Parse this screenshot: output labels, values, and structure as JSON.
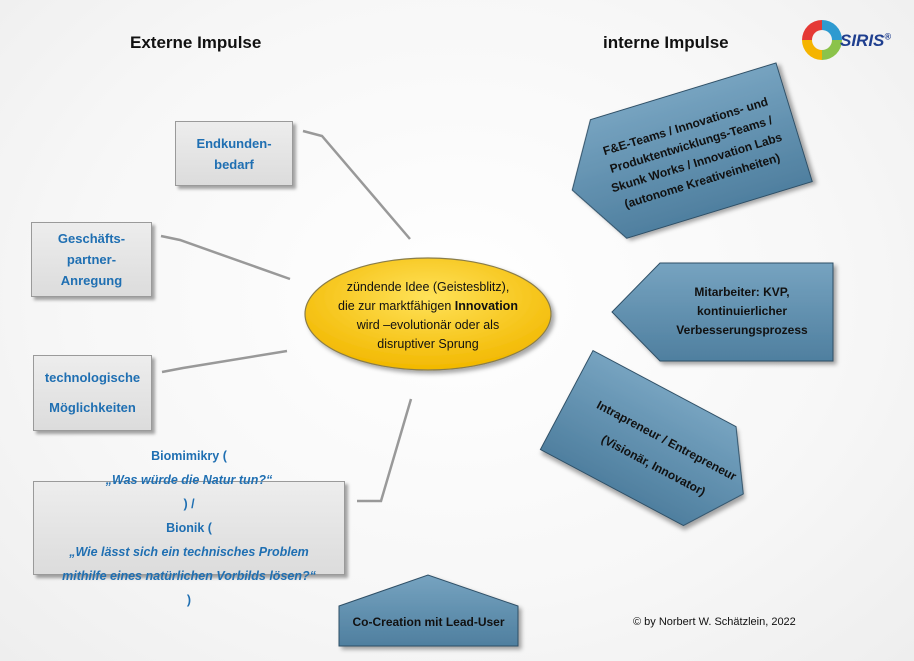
{
  "headers": {
    "left": "Externe Impulse",
    "right": "interne Impulse"
  },
  "logo": {
    "text": "SIRIS",
    "mark": "®"
  },
  "center": {
    "line1": "zündende Idee (Geistesblitz),",
    "line2_pre": "die zur marktfähigen ",
    "line2_bold": "Innovation",
    "line3": "wird –evolutionär oder als",
    "line4": "disruptiver Sprung"
  },
  "external": {
    "endkunden": [
      "Endkunden-",
      "bedarf"
    ],
    "geschaefts": [
      "Geschäfts-",
      "partner-",
      "Anregung"
    ],
    "technologisch": [
      "technologische",
      "Möglichkeiten"
    ],
    "biomimikry": {
      "l1_pre": "Biomimikry (",
      "l1_it": "„Was würde die Natur tun?“",
      "l1_post": ") /",
      "l2_pre": "Bionik (",
      "l2_it": "„Wie lässt sich ein technisches Problem",
      "l3_it": "mithilfe eines natürlichen Vorbilds lösen?“",
      "l3_post": ")"
    }
  },
  "internal": {
    "fe_teams": [
      "F&E-Teams / Innovations- und",
      "Produktentwicklungs-Teams /",
      "Skunk Works / Innovation Labs",
      "(autonome Kreativeinheiten)"
    ],
    "mitarbeiter": [
      "Mitarbeiter: KVP,",
      "kontinuierlicher",
      "Verbesserungsprozess"
    ],
    "intrapreneur": [
      "Intrapreneur / Entrepreneur",
      "(Visionär, Innovator)"
    ]
  },
  "cocreation": "Co-Creation mit Lead-User",
  "copyright": "© by Norbert W. Schätzlein, 2022",
  "colors": {
    "ellipse": "#ffcc00",
    "steel": "#5f8fae",
    "box_text": "#1f6fb2"
  }
}
